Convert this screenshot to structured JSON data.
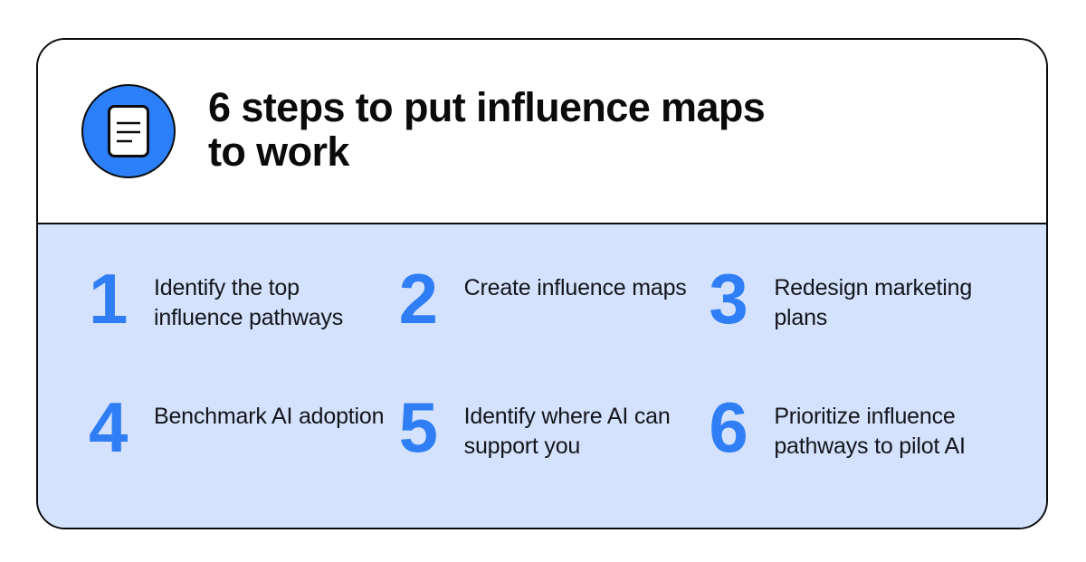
{
  "card": {
    "header": {
      "icon": "document-lines-icon",
      "title": "6 steps to put influence maps to work"
    },
    "steps": [
      {
        "number": "1",
        "text": "Identify the top influence pathways"
      },
      {
        "number": "2",
        "text": "Create influence maps"
      },
      {
        "number": "3",
        "text": "Redesign marketing plans"
      },
      {
        "number": "4",
        "text": "Benchmark AI adoption"
      },
      {
        "number": "5",
        "text": "Identify where AI can support you"
      },
      {
        "number": "6",
        "text": "Prioritize influence pathways to pilot AI"
      }
    ]
  },
  "colors": {
    "accent_blue": "#2B7FF8",
    "number_blue": "#2F7EF5",
    "body_background": "#D4E2FD",
    "card_background": "#FFFFFF",
    "border": "#0B0B0B",
    "text": "#13151A"
  }
}
